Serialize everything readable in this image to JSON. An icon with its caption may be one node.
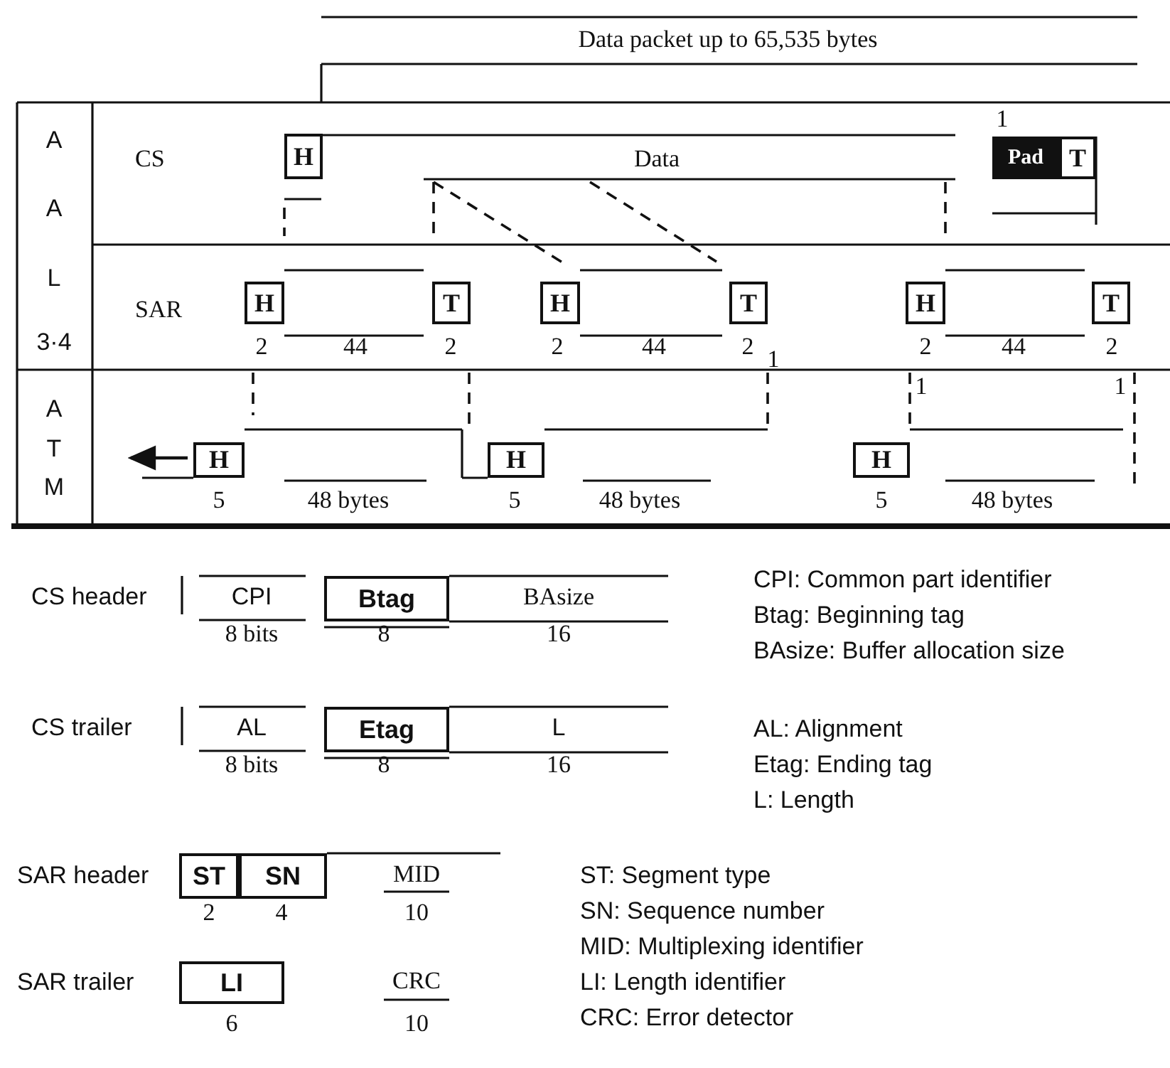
{
  "diagram": {
    "title": "Data packet up to 65,535 bytes",
    "nodes": [
      {
        "text": [
          "H"
        ]
      },
      {
        "text": [
          "Pad"
        ]
      },
      {
        "text": [
          "T"
        ]
      },
      {
        "text": [
          "H"
        ]
      },
      {
        "text": [
          "T"
        ]
      },
      {
        "text": [
          "H"
        ]
      },
      {
        "text": [
          "T"
        ]
      },
      {
        "text": [
          "H"
        ]
      },
      {
        "text": [
          "T"
        ]
      },
      {
        "text": [
          "H"
        ]
      },
      {
        "text": [
          "H"
        ]
      },
      {
        "text": [
          "H"
        ]
      },
      {
        "text": [
          "Btag"
        ]
      },
      {
        "text": [
          "Etag"
        ]
      },
      {
        "text": [
          "ST"
        ]
      },
      {
        "text": [
          "SN"
        ]
      },
      {
        "text": [
          "LI"
        ]
      }
    ],
    "labels": [
      "A",
      "CS",
      "Data",
      "1",
      "A",
      "L",
      "SAR",
      "3·4",
      "2",
      "44",
      "2",
      "2",
      "44",
      "2",
      "1",
      "2",
      "44",
      "2",
      "A",
      "1",
      "1",
      "T",
      "M",
      "5",
      "48 bytes",
      "5",
      "48 bytes",
      "5",
      "48 bytes",
      "CS header",
      "CPI",
      "BAsize",
      "CPI: Common part identifier",
      "8 bits",
      "8",
      "16",
      "Btag: Beginning tag",
      "BAsize: Buffer allocation size",
      "CS trailer",
      "AL",
      "L",
      "AL: Alignment",
      "8 bits",
      "8",
      "16",
      "Etag: Ending tag",
      "L: Length",
      "SAR header",
      "MID",
      "ST: Segment type",
      "2",
      "4",
      "10",
      "SN: Sequence number",
      "MID: Multiplexing identifier",
      "SAR trailer",
      "CRC",
      "LI: Length identifier",
      "6",
      "10",
      "CRC: Error detector"
    ]
  }
}
